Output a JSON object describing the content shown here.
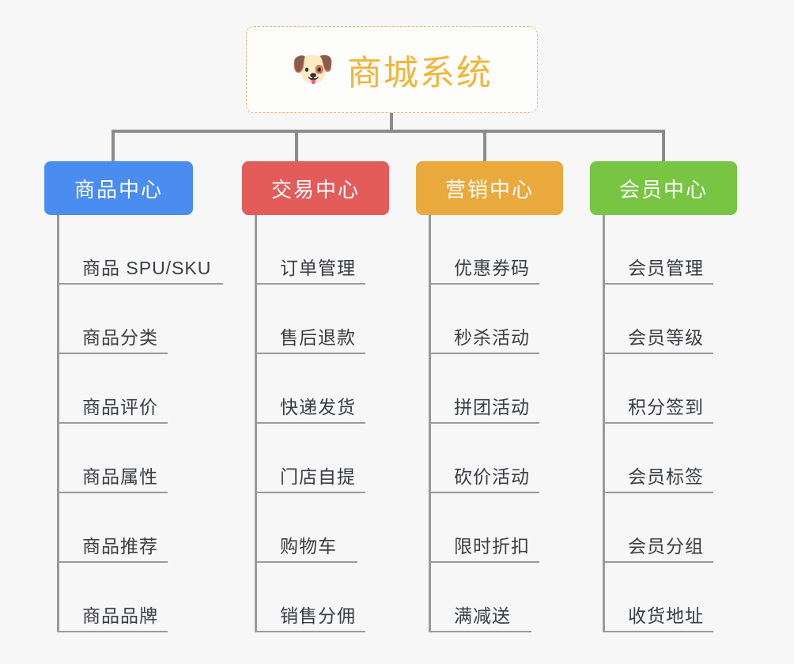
{
  "root": {
    "emoji": "🐶",
    "emoji_name": "shiba-dog-face-icon",
    "title": "商城系统",
    "title_color": "#f0b63c",
    "border_color": "#e8b76a"
  },
  "branches": [
    {
      "title": "商品中心",
      "color": "#4a8cf0",
      "items": [
        "商品 SPU/SKU",
        "商品分类",
        "商品评价",
        "商品属性",
        "商品推荐",
        "商品品牌"
      ]
    },
    {
      "title": "交易中心",
      "color": "#e45c59",
      "items": [
        "订单管理",
        "售后退款",
        "快递发货",
        "门店自提",
        "购物车",
        "销售分佣"
      ]
    },
    {
      "title": "营销中心",
      "color": "#eaa93c",
      "items": [
        "优惠券码",
        "秒杀活动",
        "拼团活动",
        "砍价活动",
        "限时折扣",
        "满减送"
      ]
    },
    {
      "title": "会员中心",
      "color": "#78c543",
      "items": [
        "会员管理",
        "会员等级",
        "积分签到",
        "会员标签",
        "会员分组",
        "收货地址"
      ]
    }
  ],
  "style": {
    "background": "#f7f7f7",
    "connector_color": "#8c8c8c",
    "leaf_line_color": "#9a9a9a",
    "leaf_text_color": "#3a3e44"
  }
}
